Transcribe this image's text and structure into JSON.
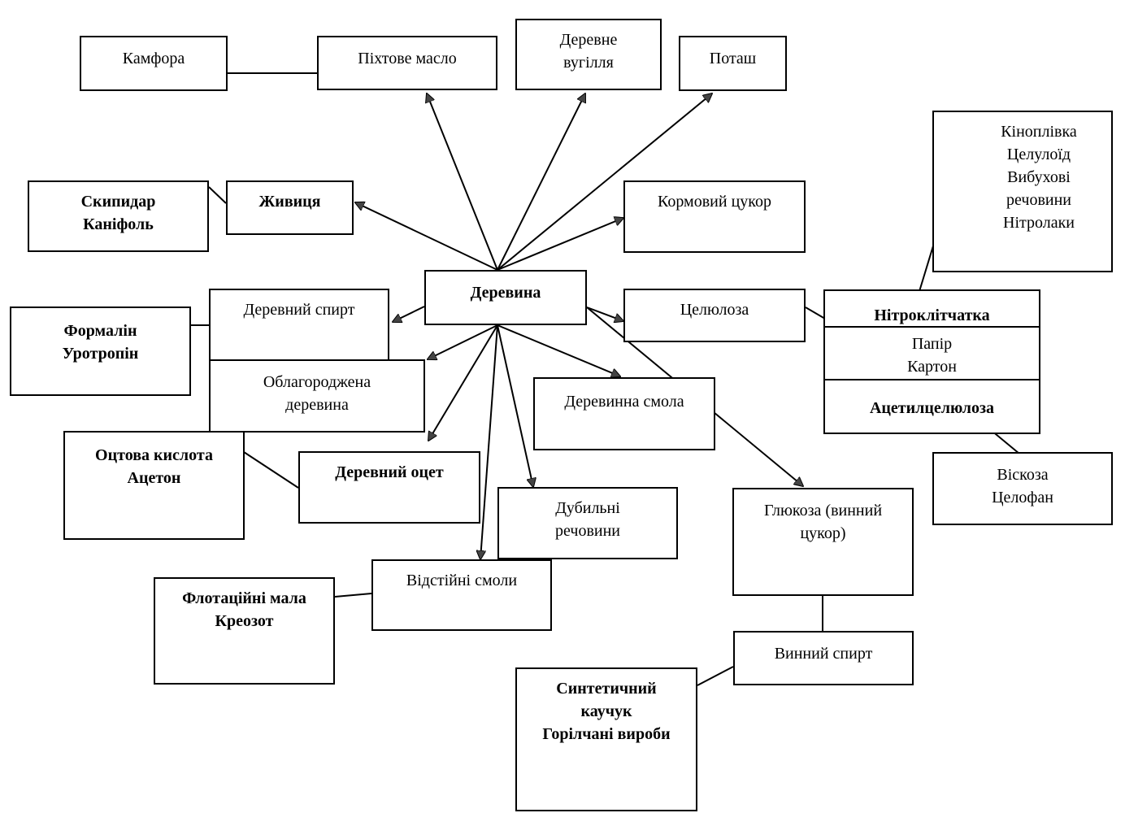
{
  "diagram": {
    "center": "Деревина",
    "nodes": {
      "kamfora": "Камфора",
      "pikhtove": "Піхтове масло",
      "derevne_vuhillia": [
        "Деревне",
        "вугілля"
      ],
      "potash": "Поташ",
      "kinoplivka_group": [
        "Кіноплівка",
        "Целулоїд",
        "Вибухові",
        "речовини",
        "Нітролаки"
      ],
      "skypydar": [
        "Скипидар",
        "Каніфоль"
      ],
      "zhyvytsia": "Живиця",
      "kormovyi_tsukor": "Кормовий цукор",
      "formalin": [
        "Формалін",
        "Уротропін"
      ],
      "derevnyi_spyrt": "Деревний спирт",
      "tseliuloza": "Целюлоза",
      "nitroklitchatka": "Нітроклітчатка",
      "papir": [
        "Папір",
        "Картон"
      ],
      "atsetyltseliuloza": "Ацетилцелюлоза",
      "oblahorodzhena": [
        "Облагороджена",
        "деревина"
      ],
      "derevynna_smola": "Деревинна смола",
      "otsova": [
        "Оцтова кислота",
        "Ацетон"
      ],
      "derevnyi_otset": "Деревний оцет",
      "viskoza": [
        "Віскоза",
        "Целофан"
      ],
      "dubylni": [
        "Дубильні",
        "речовини"
      ],
      "hliukoza": [
        "Глюкоза (винний",
        "цукор)"
      ],
      "flotatsiini": [
        "Флотаційні мала",
        "Креозот"
      ],
      "vidstiini": "Відстійні смоли",
      "vynnyi_spyrt": "Винний спирт",
      "syntetychnyi": [
        "Синтетичний",
        "каучук",
        "Горілчані вироби"
      ]
    }
  }
}
